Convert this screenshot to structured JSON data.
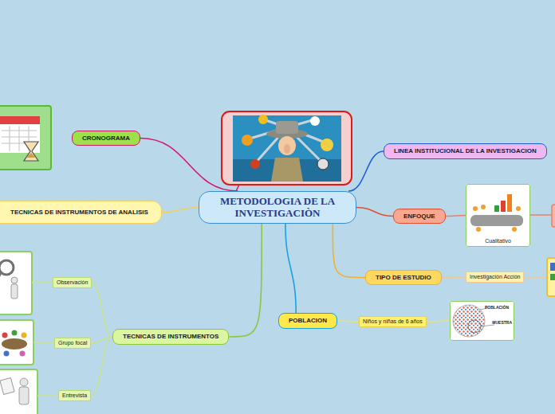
{
  "diagram": {
    "nodes": [
      {
        "text": [
          "METODOLOGIA DE LA INVESTIGACIÒN"
        ]
      },
      {
        "text": [
          "CRONOGRAMA"
        ]
      },
      {
        "text": [
          "TECNICAS DE INSTRUMENTOS DE ANALISIS"
        ]
      },
      {
        "text": [
          "TECNICAS DE INSTRUMENTOS"
        ]
      },
      {
        "text": [
          "Observación"
        ]
      },
      {
        "text": [
          "Grupo focal"
        ]
      },
      {
        "text": [
          "Entrevista"
        ]
      },
      {
        "text": [
          "POBLACION"
        ]
      },
      {
        "text": [
          "Niños y niñas de 6 años"
        ]
      },
      {
        "text": [
          "LINEA INSTITUCIONAL DE LA INVESTIGACION"
        ]
      },
      {
        "text": [
          "ENFOQUE"
        ]
      },
      {
        "text": [
          "Cualitativo"
        ]
      },
      {
        "text": [
          "TIPO DE ESTUDIO"
        ]
      },
      {
        "text": [
          "Investigación Acción"
        ]
      },
      {
        "text": [
          "POBLACIÓN",
          "MUESTRA"
        ]
      }
    ],
    "edges": [
      {
        "from": 0,
        "to": 1,
        "arrow": "none"
      },
      {
        "from": 0,
        "to": 2,
        "arrow": "none"
      },
      {
        "from": 0,
        "to": 3,
        "arrow": "none"
      },
      {
        "from": 3,
        "to": 4,
        "arrow": "none"
      },
      {
        "from": 3,
        "to": 5,
        "arrow": "none"
      },
      {
        "from": 3,
        "to": 6,
        "arrow": "none"
      },
      {
        "from": 0,
        "to": 7,
        "arrow": "none"
      },
      {
        "from": 7,
        "to": 8,
        "arrow": "none"
      },
      {
        "from": 8,
        "to": 14,
        "arrow": "none"
      },
      {
        "from": 0,
        "to": 9,
        "arrow": "none"
      },
      {
        "from": 0,
        "to": 10,
        "arrow": "none"
      },
      {
        "from": 10,
        "to": 11,
        "arrow": "none"
      },
      {
        "from": 0,
        "to": 12,
        "arrow": "none"
      },
      {
        "from": 12,
        "to": 13,
        "arrow": "none"
      }
    ]
  }
}
